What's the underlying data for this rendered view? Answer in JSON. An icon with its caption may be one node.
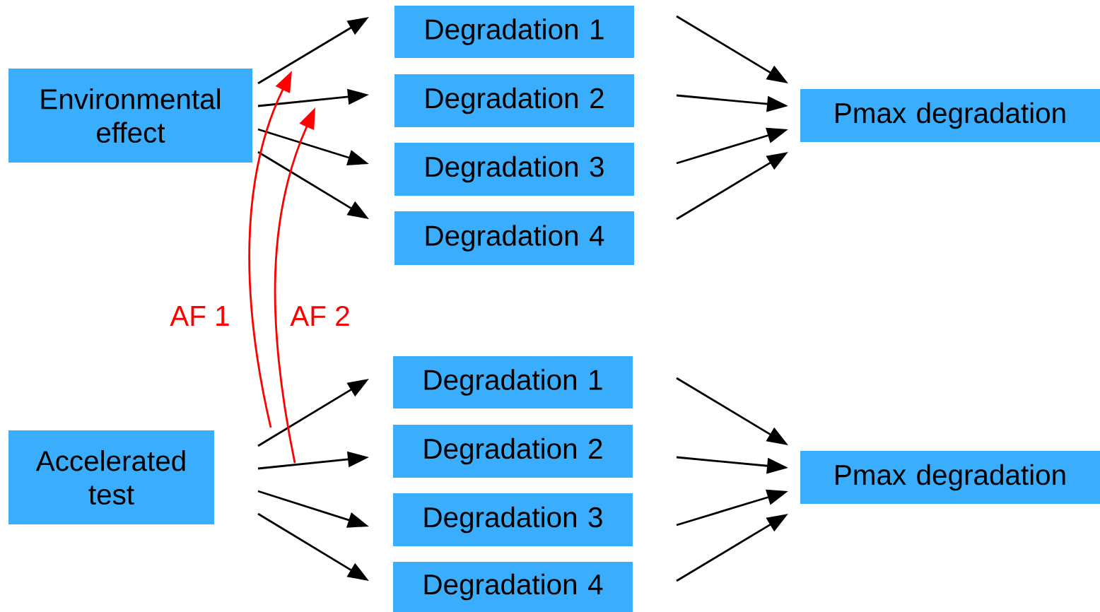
{
  "diagram": {
    "nodes": [
      {
        "text": [
          "Environmental effect"
        ]
      },
      {
        "text": [
          "Degradation 1"
        ]
      },
      {
        "text": [
          "Degradation 2"
        ]
      },
      {
        "text": [
          "Degradation 3"
        ]
      },
      {
        "text": [
          "Degradation 4"
        ]
      },
      {
        "text": [
          "Pmax degradation"
        ]
      },
      {
        "text": [
          "Accelerated test"
        ]
      },
      {
        "text": [
          "Degradation 1"
        ]
      },
      {
        "text": [
          "Degradation 2"
        ]
      },
      {
        "text": [
          "Degradation 3"
        ]
      },
      {
        "text": [
          "Degradation 4"
        ]
      },
      {
        "text": [
          "Pmax degradation"
        ]
      }
    ],
    "edges": [
      {
        "from": 0,
        "to": 1,
        "arrow": "to"
      },
      {
        "from": 0,
        "to": 2,
        "arrow": "to"
      },
      {
        "from": 0,
        "to": 3,
        "arrow": "to"
      },
      {
        "from": 0,
        "to": 4,
        "arrow": "to"
      },
      {
        "from": 1,
        "to": 5,
        "arrow": "to"
      },
      {
        "from": 2,
        "to": 5,
        "arrow": "to"
      },
      {
        "from": 3,
        "to": 5,
        "arrow": "to"
      },
      {
        "from": 4,
        "to": 5,
        "arrow": "to"
      },
      {
        "from": 6,
        "to": 7,
        "arrow": "to"
      },
      {
        "from": 6,
        "to": 8,
        "arrow": "to"
      },
      {
        "from": 6,
        "to": 9,
        "arrow": "to"
      },
      {
        "from": 6,
        "to": 10,
        "arrow": "to"
      },
      {
        "from": 7,
        "to": 11,
        "arrow": "to"
      },
      {
        "from": 8,
        "to": 11,
        "arrow": "to"
      },
      {
        "from": 9,
        "to": 11,
        "arrow": "to"
      },
      {
        "from": 10,
        "to": 11,
        "arrow": "to"
      },
      {
        "from": 6,
        "to": 0,
        "arrow": "to",
        "label": "AF 1",
        "color": "#ff0000"
      },
      {
        "from": null,
        "to": 0,
        "arrow": "to",
        "label": "AF 2",
        "color": "#ff0000"
      }
    ]
  }
}
